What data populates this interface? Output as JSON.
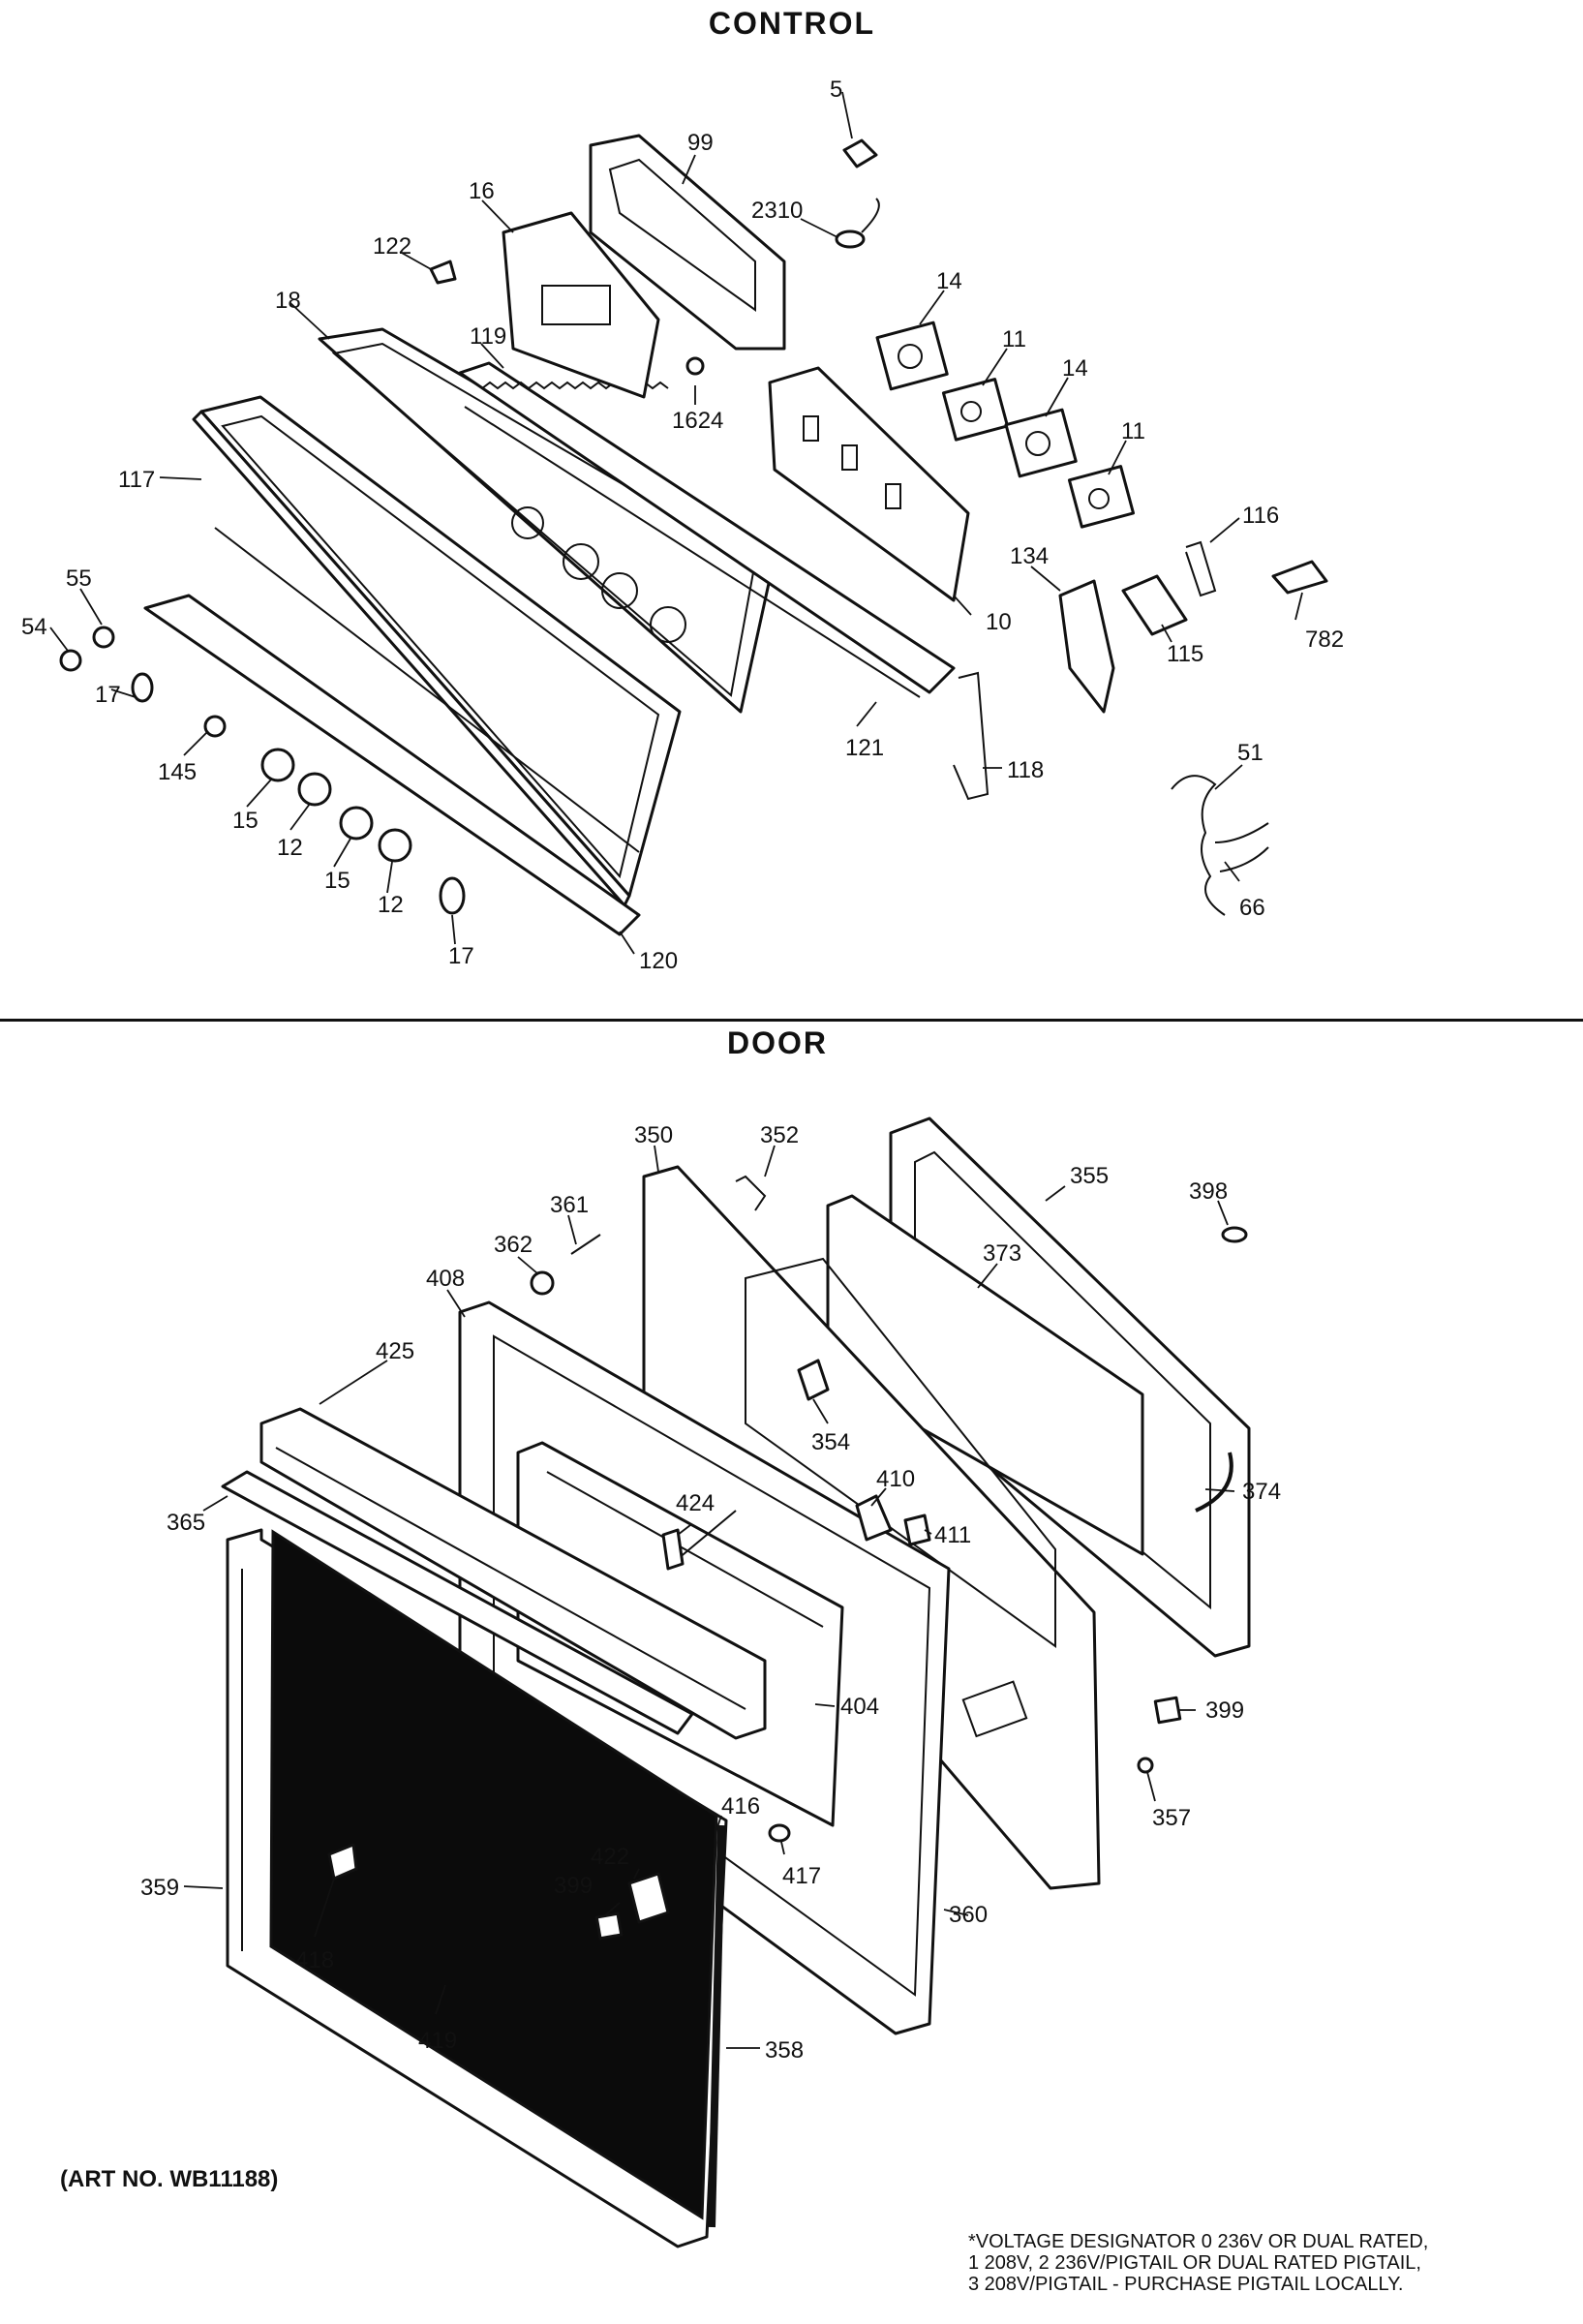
{
  "titles": {
    "control": "CONTROL",
    "door": "DOOR"
  },
  "art_number": "(ART NO. WB11188)",
  "voltage_note": [
    "*VOLTAGE DESIGNATOR 0 236V OR DUAL RATED,",
    "1 208V, 2 236V/PIGTAIL OR DUAL RATED PIGTAIL,",
    "3 208V/PIGTAIL - PURCHASE PIGTAIL LOCALLY."
  ],
  "control_callouts": [
    "5",
    "99",
    "2310",
    "16",
    "122",
    "18",
    "119",
    "14",
    "11",
    "14",
    "11",
    "1624",
    "117",
    "55",
    "54",
    "17",
    "145",
    "15",
    "12",
    "15",
    "12",
    "17",
    "120",
    "121",
    "10",
    "134",
    "116",
    "115",
    "782",
    "118",
    "51",
    "66"
  ],
  "door_callouts": [
    "350",
    "352",
    "355",
    "398",
    "361",
    "362",
    "373",
    "408",
    "425",
    "354",
    "365",
    "424",
    "410",
    "411",
    "374",
    "404",
    "399",
    "357",
    "416",
    "422",
    "399",
    "417",
    "359",
    "418",
    "360",
    "419",
    "358"
  ]
}
